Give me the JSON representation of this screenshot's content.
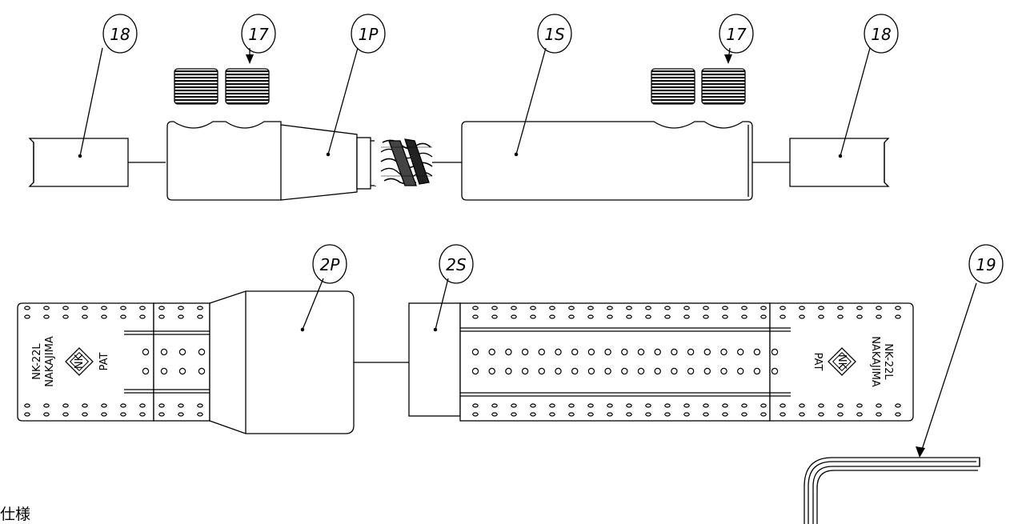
{
  "callouts": {
    "top_left_18": "18",
    "top_left_17": "17",
    "top_1p": "1P",
    "top_1s": "1S",
    "top_right_17": "17",
    "top_right_18": "18",
    "mid_2p": "2P",
    "mid_2s": "2S",
    "right_19": "19"
  },
  "grip_left": {
    "model": "NK-22L",
    "maker": "NAKAJIMA",
    "logo": "NK",
    "pat": "PAT"
  },
  "grip_right": {
    "model": "NK-22L",
    "maker": "NAKAJIMA",
    "logo": "NK",
    "pat": "PAT"
  },
  "spec_label": "仕様",
  "colors": {
    "line": "#000000",
    "background": "#ffffff"
  }
}
